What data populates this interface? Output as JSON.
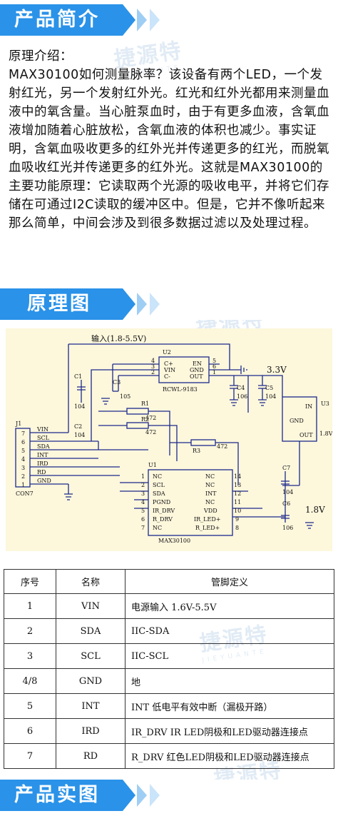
{
  "colors": {
    "accent": "#2a92e8",
    "schematic_bg": "#fdf7dc",
    "wire": "#1c2a8c",
    "label": "#b3352a"
  },
  "watermark": {
    "text": "捷源特",
    "sub": "JIEYUANTE"
  },
  "section1": {
    "title": "产品简介"
  },
  "intro": {
    "heading": "原理介绍：",
    "body": "MAX30100如何测量脉率？该设备有两个LED，一个发射红光，另一个发射红外光。红光和红外光都用来测量血液中的氧含量。当心脏泵血时，由于有更多血液，含氧血液增加随着心脏放松，含氧血液的体积也减少。事实证明，含氧血吸收更多的红外光并传递更多的红光，而脱氧血吸收红光并传递更多的红外光。这就是MAX30100的主要功能原理：它读取两个光源的吸收电平，并将它们存储在可通过I2C读取的缓冲区中。但是，它并不像听起来那么简单，中间会涉及到很多数据过滤以及处理过程。"
  },
  "section2": {
    "title": "原理图"
  },
  "schematic": {
    "input_label": "输入(1.8-5.5V)",
    "v33": "3.3V",
    "v18": "1.8V",
    "u2": {
      "ref": "U2",
      "part": "RCWL-9183",
      "pins_left": [
        "C+",
        "VIN",
        "C-"
      ],
      "pins_right": [
        "EN",
        "GND",
        "OUT"
      ],
      "nums_left": [
        "4",
        "3",
        "2"
      ],
      "nums_right": [
        "5",
        "6",
        "1"
      ]
    },
    "u3": {
      "ref": "U3",
      "pins": [
        "IN",
        "GND",
        "OUT"
      ],
      "side": "1.8V"
    },
    "u1": {
      "ref": "U1",
      "part": "MAX30100",
      "pins_left": [
        "NC",
        "SCL",
        "SDA",
        "PGND",
        "IR_DRV",
        "R_DRV",
        "NC"
      ],
      "pins_right": [
        "NC",
        "NC",
        "INT",
        "NC",
        "VDD",
        "IR_LED+",
        "R_LED+"
      ],
      "nums_left": [
        "1",
        "2",
        "3",
        "4",
        "5",
        "6",
        "7"
      ],
      "nums_right": [
        "14",
        "13",
        "12",
        "11",
        "10",
        "9",
        "8"
      ]
    },
    "j1": {
      "ref": "J1",
      "part": "CON7",
      "pins": [
        "7",
        "6",
        "5",
        "4",
        "3",
        "2",
        "1"
      ],
      "nets": [
        "VIN",
        "SCL",
        "SDA",
        "INT",
        "IRD",
        "RD",
        "GND"
      ]
    },
    "caps": [
      {
        "ref": "C1",
        "val": "104"
      },
      {
        "ref": "C2",
        "val": "104"
      },
      {
        "ref": "C3",
        "val": "105"
      },
      {
        "ref": "C4",
        "val": "106"
      },
      {
        "ref": "C5",
        "val": "104"
      },
      {
        "ref": "C6",
        "val": "106"
      },
      {
        "ref": "C7",
        "val": "104"
      }
    ],
    "res": [
      {
        "ref": "R1",
        "val": "472"
      },
      {
        "ref": "R2",
        "val": "472"
      },
      {
        "ref": "R3",
        "val": "472"
      }
    ]
  },
  "table": {
    "headers": [
      "序号",
      "名称",
      "管脚定义"
    ],
    "rows": [
      [
        "1",
        "VIN",
        "电源输入 1.6V-5.5V"
      ],
      [
        "2",
        "SDA",
        "IIC-SDA"
      ],
      [
        "3",
        "SCL",
        "IIC-SCL"
      ],
      [
        "4/8",
        "GND",
        "地"
      ],
      [
        "5",
        "INT",
        "INT 低电平有效中断（漏极开路）"
      ],
      [
        "6",
        "IRD",
        "IR_DRV IR LED阴极和LED驱动器连接点"
      ],
      [
        "7",
        "RD",
        "R_DRV 红色LED阴极和LED驱动器连接点"
      ]
    ]
  },
  "section3": {
    "title": "产品实图"
  }
}
